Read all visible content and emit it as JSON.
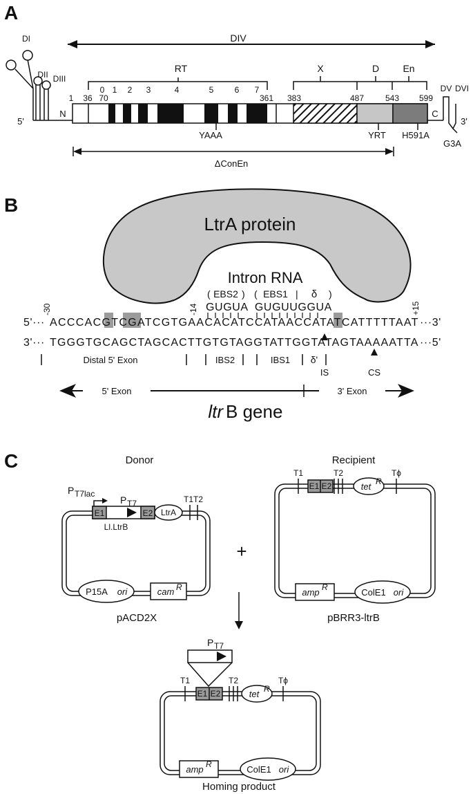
{
  "panel_a": {
    "label": "A",
    "div": "DIV",
    "rt": "RT",
    "rt_numbers": [
      "0",
      "1",
      "2",
      "3",
      "4",
      "5",
      "6",
      "7"
    ],
    "x": "X",
    "d": "D",
    "en": "En",
    "positions": [
      "1",
      "36",
      "70",
      "361",
      "383",
      "487",
      "543",
      "599"
    ],
    "di": "DI",
    "dii": "DII",
    "diii": "DIII",
    "dv": "DV",
    "dvi": "DVI",
    "five_prime": "5'",
    "three_prime": "3'",
    "n": "N",
    "c": "C",
    "yaaa": "YAAA",
    "yrt": "YRT",
    "h591a": "H591A",
    "g3a": "G3A",
    "delta_conen": "ΔConEn"
  },
  "panel_b": {
    "label": "B",
    "protein": "LtrA protein",
    "intron_rna": "Intron RNA",
    "ebs2": "EBS2",
    "ebs1": "EBS1",
    "delta": "δ",
    "rna_seq": "GUGUA  GUGUUGGUA",
    "pos_m30": "-30",
    "pos_m14": "-14",
    "pos_p15": "+15",
    "top_prefix": "5'···",
    "top_seq": "ACCCACGTCGATCGTGAACACATCCATAACCATATCATTTTTAAT",
    "top_suffix": "···3'",
    "bot_prefix": "3'···",
    "bot_seq": "TGGGTGCAGCTAGCACTTGTGTAGGTATTGGTATAGTAAAAATTA",
    "bot_suffix": "···5'",
    "distal": "Distal 5' Exon",
    "ibs2": "IBS2",
    "ibs1": "IBS1",
    "delta_prime": "δ'",
    "is": "IS",
    "cs": "CS",
    "five_exon": "5' Exon",
    "three_exon": "3' Exon",
    "gene_italic": "ltr",
    "gene_rest": "B gene"
  },
  "panel_c": {
    "label": "C",
    "donor": "Donor",
    "recipient": "Recipient",
    "p": "P",
    "t7lac": "T7lac",
    "t7": "T7",
    "e1": "E1",
    "e2": "E2",
    "ltra": "LtrA",
    "t1t2": "T1T2",
    "t1": "T1",
    "t2": "T2",
    "tphi": "Tϕ",
    "ll_ltrb": "Ll.LtrB",
    "p15a": "P15A",
    "ori": "ori",
    "cam": "cam",
    "r": "R",
    "tet": "tet",
    "amp": "amp",
    "cole1": "ColE1",
    "pacd2x": "pACD2X",
    "pbrr3": "pBRR3-ltrB",
    "plus": "+",
    "homing": "Homing product"
  }
}
